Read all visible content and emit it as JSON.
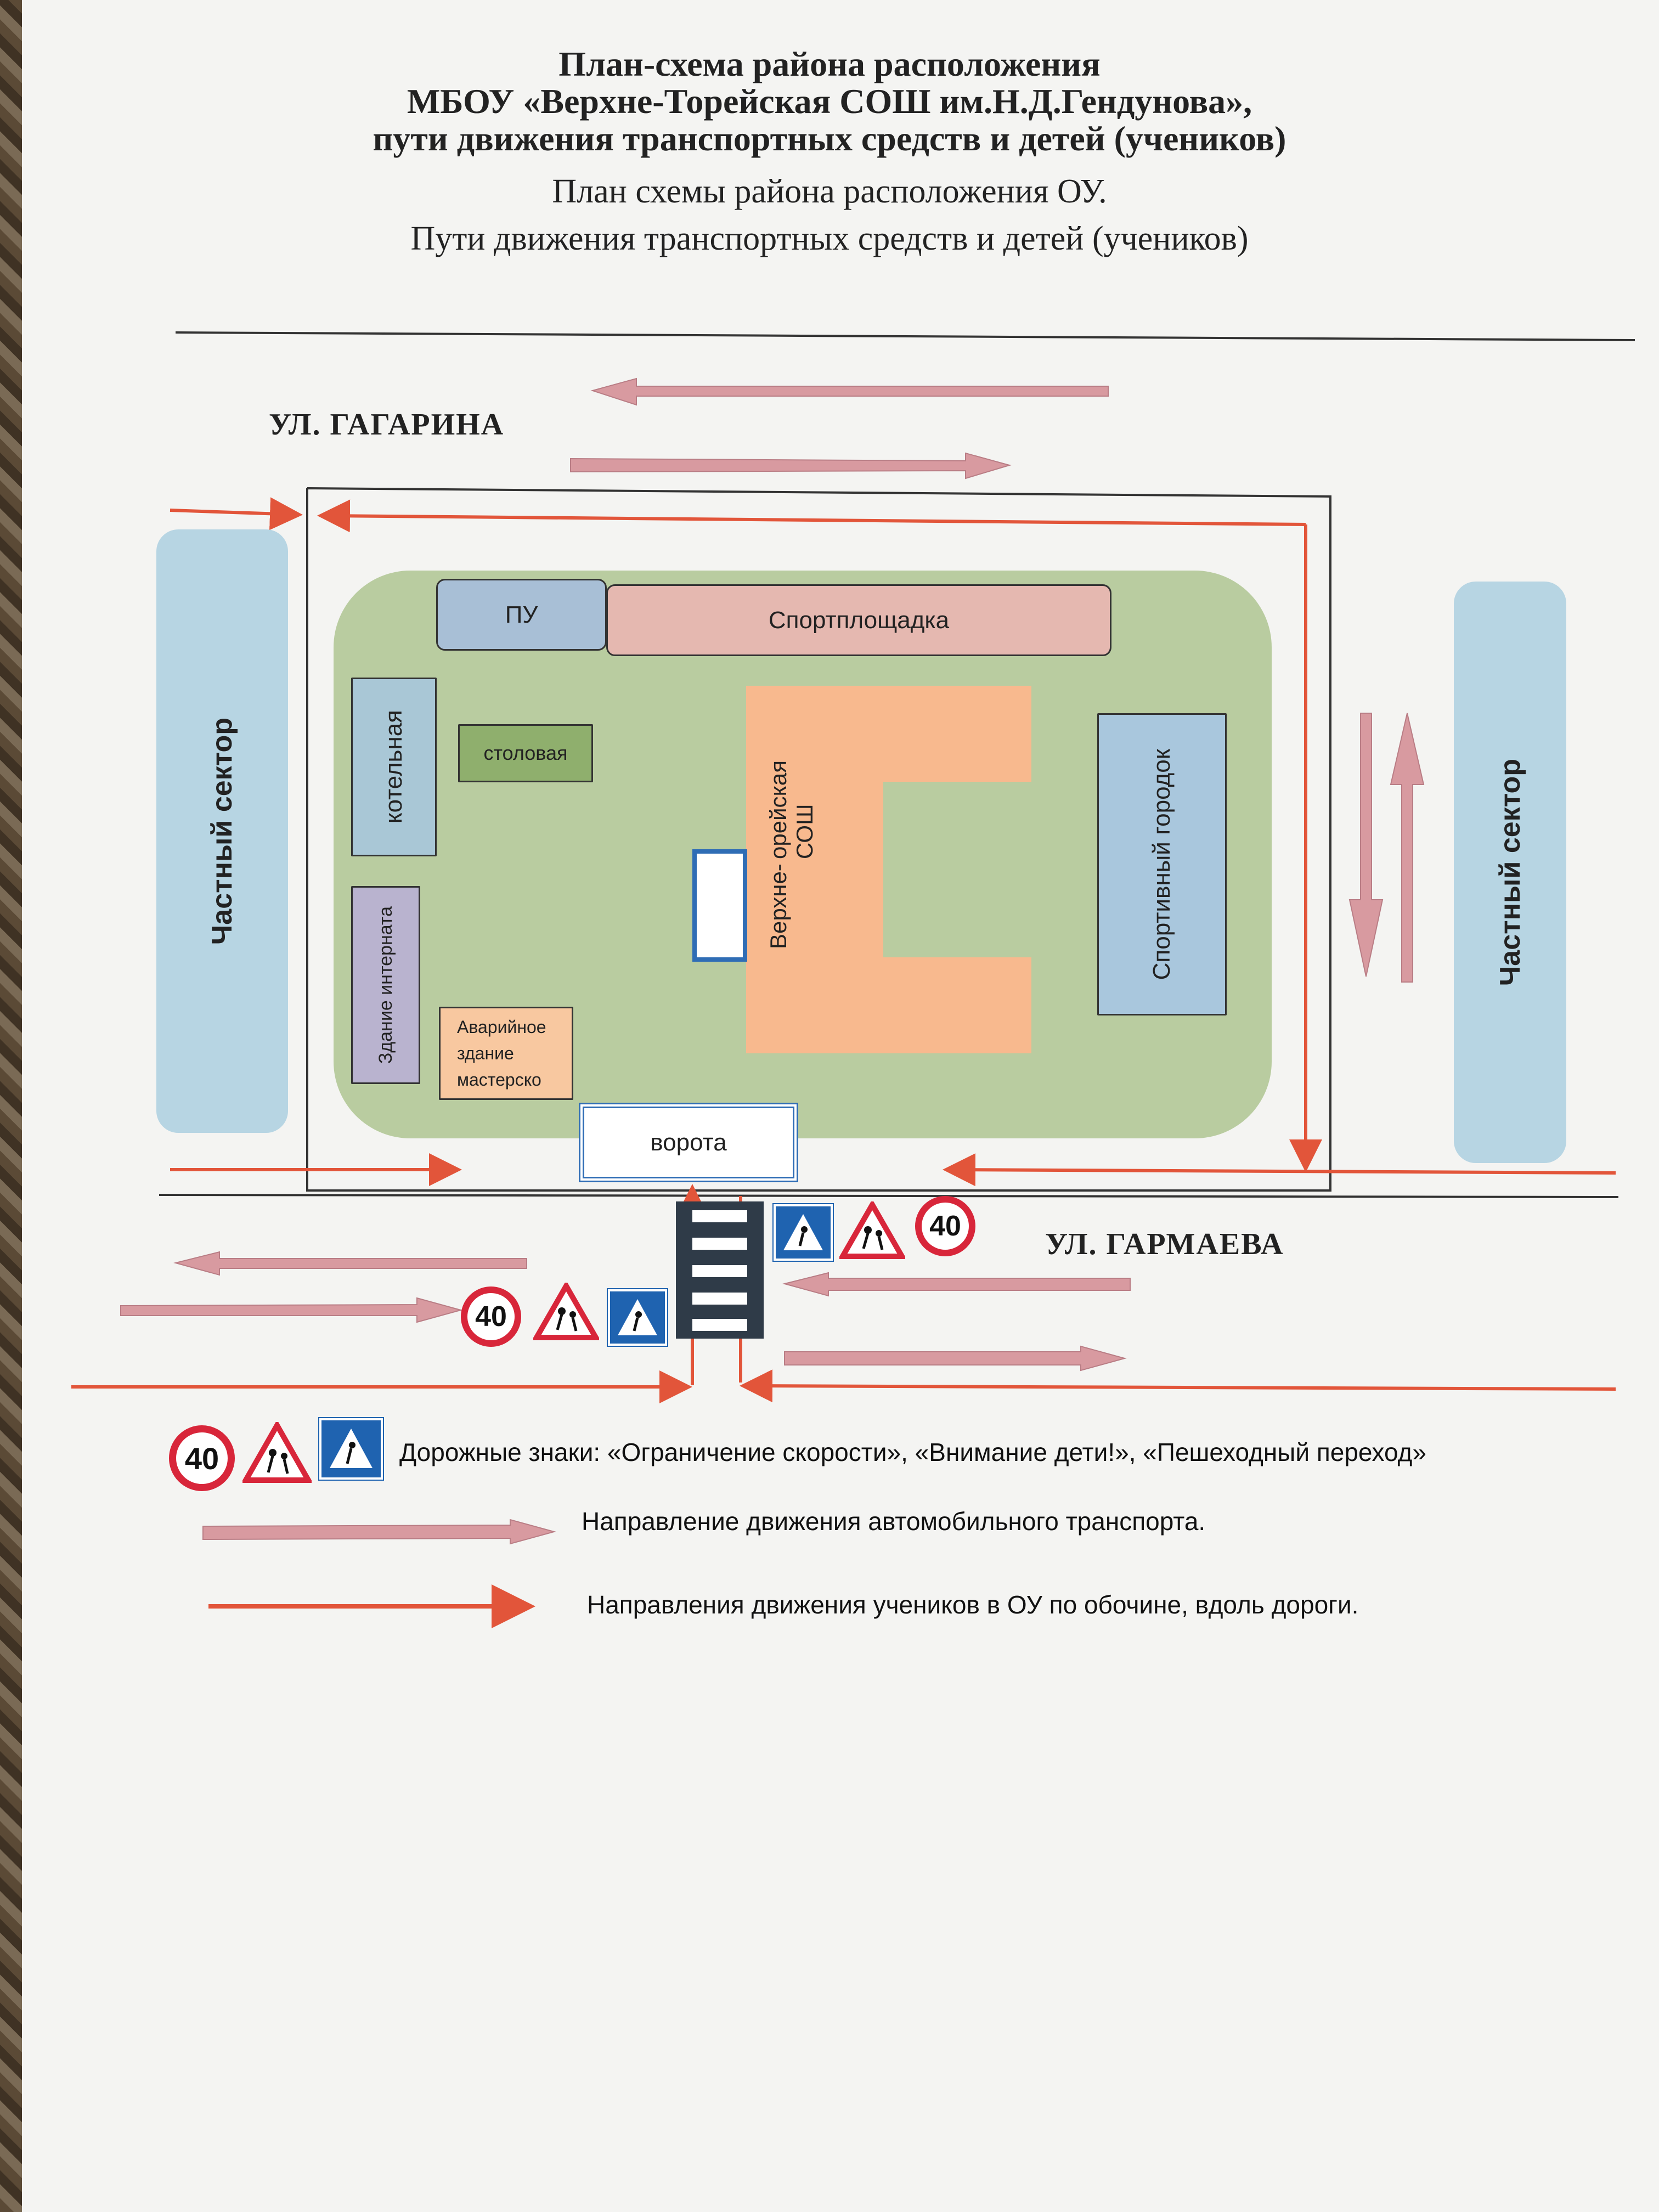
{
  "title": {
    "line1": "План-схема района расположения",
    "line2": "МБОУ «Верхне-Торейская СОШ им.Н.Д.Гендунова»,",
    "line3": "пути движения транспортных средств и детей (учеников)",
    "line4": "План схемы района расположения  ОУ.",
    "line5": "Пути движения транспортных средств и детей (учеников)"
  },
  "streets": {
    "top": "УЛ. ГАГАРИНА",
    "bottom": "УЛ. ГАРМАЕВА"
  },
  "areas": {
    "private_left": "Частный сектор",
    "private_right": "Частный сектор",
    "pu": "ПУ",
    "sportplace": "Спортплощадка",
    "boiler": "котельная",
    "canteen": "столовая",
    "boarding": "Здание интерната",
    "workshop": "Аварийное здание мастерско",
    "school_line1": "Верхне-",
    "school_line2": "орейская  СОШ",
    "sport_town": "Спортивный  городок",
    "gate": "ворота"
  },
  "signs": {
    "speed_limit": "40"
  },
  "legend": {
    "signs": "Дорожные знаки:   «Ограничение скорости», «Внимание дети!», «Пешеходный переход»",
    "traffic": "Направление движения автомобильного транспорта.",
    "students": "Направления движения учеников в ОУ по обочине, вдоль дороги."
  },
  "colors": {
    "route_red": "#e2553a",
    "traffic_pink": "#d89aa0",
    "yard_green": "#b9cca0",
    "school_orange": "#f8b98e",
    "private_blue": "#b7d5e3",
    "sign_blue": "#1f63b0"
  },
  "icons": [
    "speed-limit-40-icon",
    "children-warning-icon",
    "pedestrian-crossing-icon",
    "zebra-crossing-icon"
  ]
}
